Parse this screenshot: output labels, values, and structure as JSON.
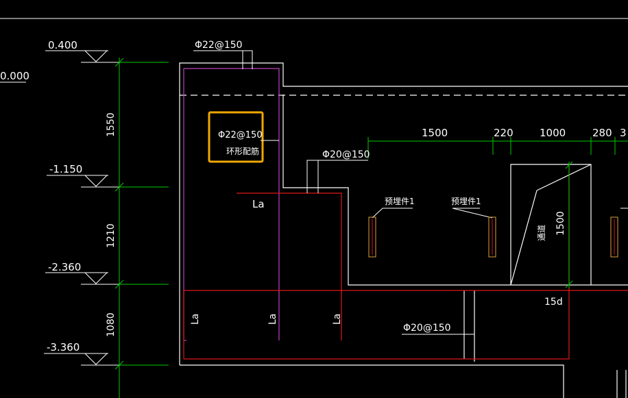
{
  "colors": {
    "background": "#000000",
    "outline": "#ffffff",
    "dimension": "#00cc00",
    "rebar_red": "#e01818",
    "rebar_magenta": "#c040c0",
    "dim_text": "#ffffff",
    "highlight_box": "#f0a800",
    "embed_orange": "#e0a040"
  },
  "elevations": {
    "e_top": "0.400",
    "e_left": "0.000",
    "e_1": "-1.150",
    "e_2": "-2.360",
    "e_3": "-3.360"
  },
  "vertical_dims": {
    "d1": "1550",
    "d2": "1210",
    "d3": "1080"
  },
  "horizontal_dims": {
    "h1": "1500",
    "h2": "220",
    "h3": "1000",
    "h4": "280",
    "h5": "3"
  },
  "dim_right": "1500",
  "rebar_labels": {
    "top": "Φ22@150",
    "box_line1": "Φ22@150",
    "box_line2": "环形配筋",
    "mid": "Φ20@150",
    "bottom": "Φ20@150",
    "anchor_15d": "15d"
  },
  "la_label": "La",
  "embed_label": "预埋件1",
  "passage_label": "通道"
}
